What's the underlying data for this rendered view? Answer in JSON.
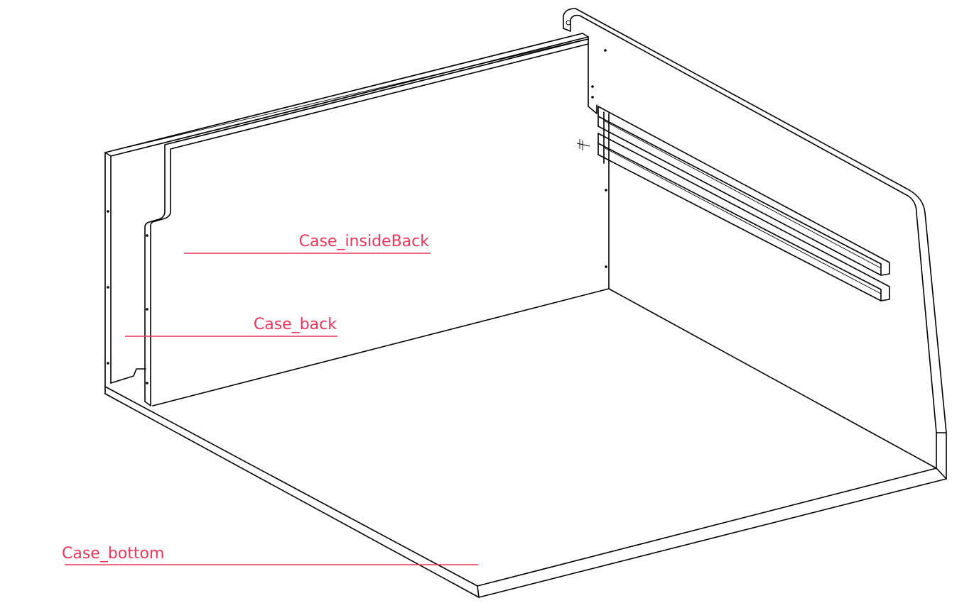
{
  "colors": {
    "background": "#ffffff",
    "line": "#000000",
    "callout": "#e8375a"
  },
  "labels": {
    "inside_back": "Case_insideBack",
    "back": "Case_back",
    "bottom": "Case_bottom"
  }
}
